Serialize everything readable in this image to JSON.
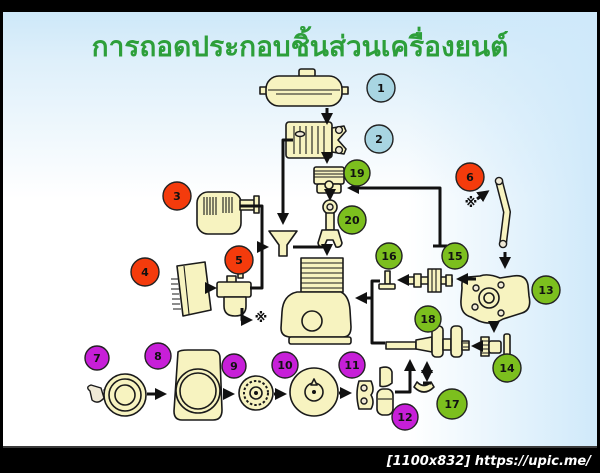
{
  "title": "การถอดประกอบชิ้นส่วนเครื่องยนต์",
  "watermark": "[1100x832] https://upic.me/",
  "notes": {
    "asterisk": "※"
  },
  "colors": {
    "title_green": "#2d9f3a",
    "step_blue": "#a8d5e2",
    "step_red": "#f43b0c",
    "step_purple": "#c71fd8",
    "step_green": "#7cbf1e",
    "part_fill": "#f7f3c0",
    "line_black": "#111111",
    "frame_black": "#000000",
    "background_blue": "#c9e6f8",
    "watermark_white": "#ffffff"
  },
  "steps": [
    {
      "num": "1",
      "group": "blue",
      "part": "fuel-tank"
    },
    {
      "num": "2",
      "group": "blue",
      "part": "cylinder-head"
    },
    {
      "num": "3",
      "group": "red",
      "part": "muffler"
    },
    {
      "num": "4",
      "group": "red",
      "part": "air-cleaner-cover"
    },
    {
      "num": "5",
      "group": "red",
      "part": "carburetor"
    },
    {
      "num": "6",
      "group": "red",
      "part": "kick-starter-lever"
    },
    {
      "num": "7",
      "group": "purple",
      "part": "recoil-starter"
    },
    {
      "num": "8",
      "group": "purple",
      "part": "fan-housing"
    },
    {
      "num": "9",
      "group": "purple",
      "part": "starter-pulley"
    },
    {
      "num": "10",
      "group": "purple",
      "part": "flywheel"
    },
    {
      "num": "11",
      "group": "purple",
      "part": "points-cam"
    },
    {
      "num": "12",
      "group": "purple",
      "part": "clutch"
    },
    {
      "num": "13",
      "group": "green",
      "part": "crankcase-cover"
    },
    {
      "num": "14",
      "group": "green",
      "part": "timing-gear"
    },
    {
      "num": "15",
      "group": "green",
      "part": "camshaft"
    },
    {
      "num": "16",
      "group": "green",
      "part": "valve-tappet"
    },
    {
      "num": "17",
      "group": "green",
      "part": "retainer-washer"
    },
    {
      "num": "18",
      "group": "green",
      "part": "crankshaft"
    },
    {
      "num": "19",
      "group": "green",
      "part": "piston"
    },
    {
      "num": "20",
      "group": "green",
      "part": "connecting-rod"
    }
  ],
  "connections": [
    "1→2",
    "2→19(head to piston chain)",
    "19→20",
    "20→cylinder-block",
    "2→intake-funnel",
    "3→intake-funnel",
    "5→intake-funnel",
    "4→5",
    "5→※",
    "※→6",
    "6→13",
    "13→15",
    "15→16",
    "16→cylinder-block",
    "18→cylinder-block",
    "13⇢14(dashed)",
    "14→18",
    "12→18",
    "18↕17",
    "15-area→19(return line)",
    "7→8",
    "8→9",
    "9→10",
    "10→11"
  ]
}
